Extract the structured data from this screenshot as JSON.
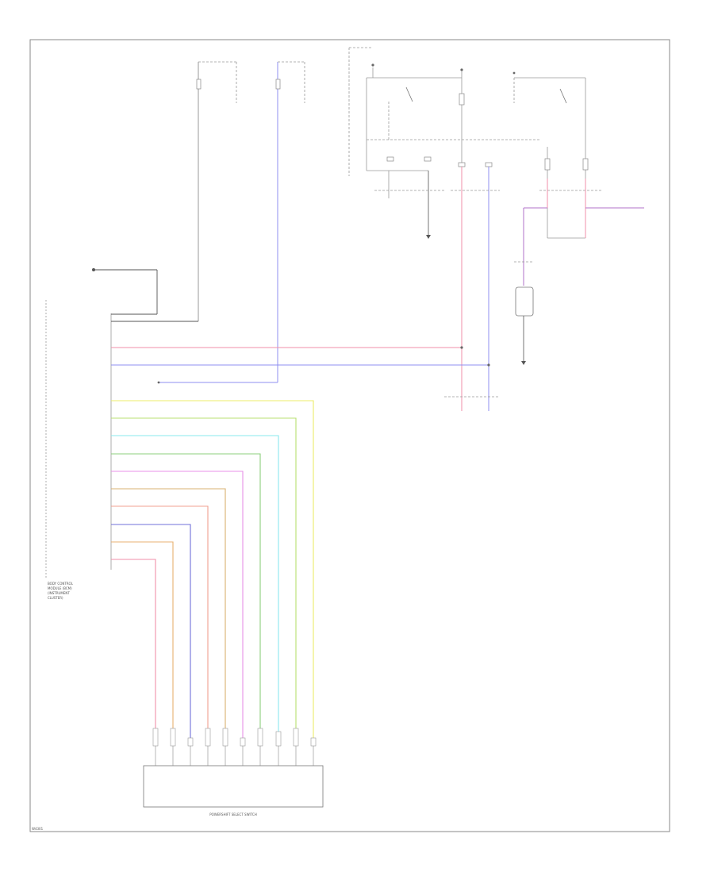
{
  "footer_code": "W4301",
  "connector_label": "POWERSHIFT SELECT SWITCH",
  "module_label": [
    "BODY CONTROL",
    "MODULE (BCM)",
    "(INSTRUMENT",
    "CLUSTER)"
  ],
  "colors": {
    "frame": "#8a8a8a",
    "wire_black": "#555555",
    "pink": "#f08fa8",
    "blue": "#8f8ff0",
    "yellow": "#ecec6a",
    "yellow_green": "#b8e070",
    "cyan": "#8ae8ee",
    "green": "#8ccf7c",
    "magenta": "#e890e8",
    "salmon": "#f0a090",
    "orange": "#e8b070",
    "violet_dark": "#7070d8",
    "tan": "#d8b070",
    "purple": "#b070c8"
  }
}
